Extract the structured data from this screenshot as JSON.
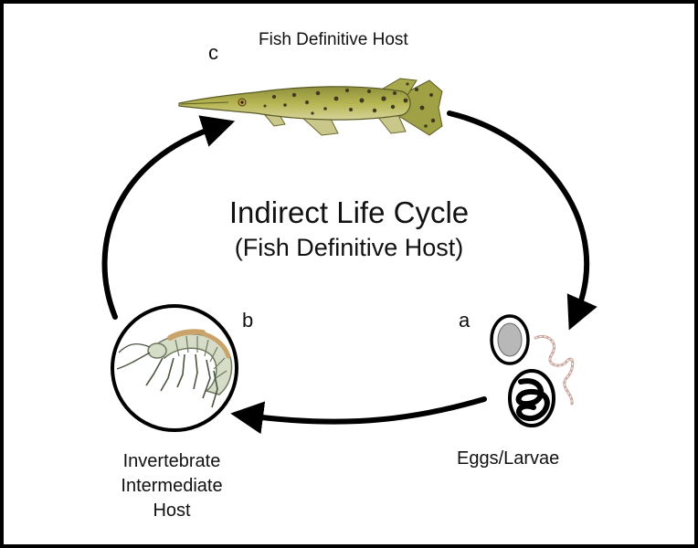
{
  "title": "Indirect Life Cycle",
  "subtitle": "(Fish Definitive Host)",
  "stages": {
    "c": {
      "letter": "c",
      "label": "Fish Definitive Host"
    },
    "b": {
      "letter": "b",
      "label_lines": [
        "Invertebrate",
        "Intermediate",
        "Host"
      ]
    },
    "a": {
      "letter": "a",
      "label": "Eggs/Larvae"
    }
  },
  "colors": {
    "frame": "#000000",
    "arrow": "#000000",
    "fish_body": "#a7a94c",
    "fish_spots": "#3e3a1e",
    "egg_gray": "#b8b8b8",
    "larva": "#d9b3a6"
  }
}
